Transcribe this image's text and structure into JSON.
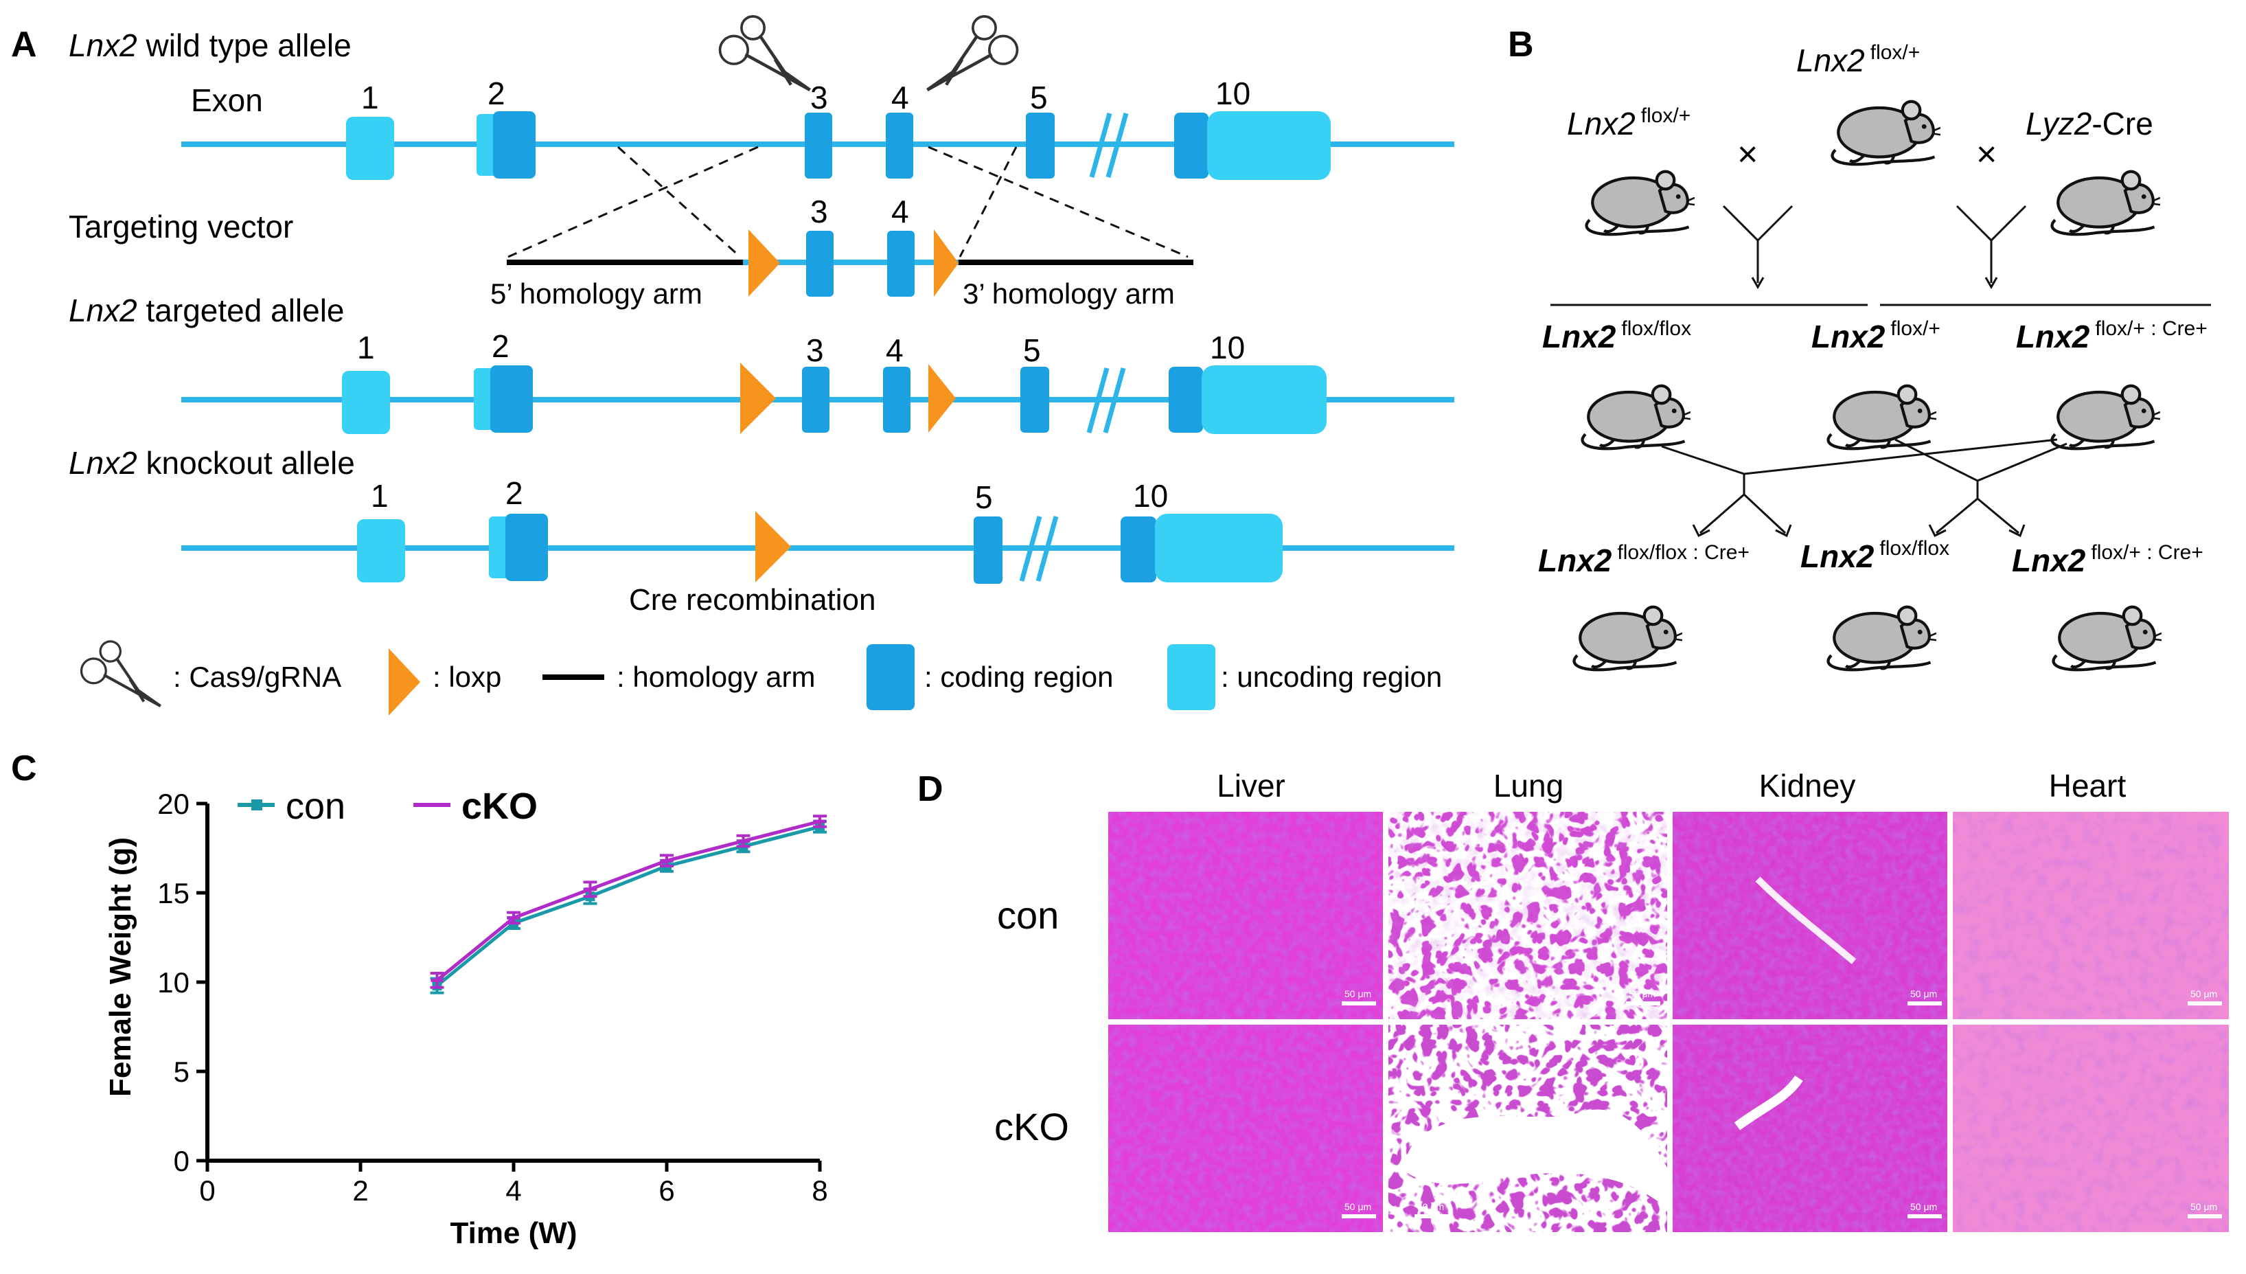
{
  "panels": {
    "a": "A",
    "b": "B",
    "c": "C",
    "d": "D"
  },
  "panel_a": {
    "rows": [
      {
        "gene": "Lnx2",
        "label": " wild type allele"
      },
      {
        "gene": "",
        "label": "Targeting vector"
      },
      {
        "gene": "Lnx2",
        "label": " targeted allele"
      },
      {
        "gene": "Lnx2",
        "label": " knockout allele"
      }
    ],
    "exon_label": "Exon",
    "exon_numbers": [
      "1",
      "2",
      "3",
      "4",
      "5",
      "10"
    ],
    "arm_5": "5’ homology arm",
    "arm_3": "3’ homology arm",
    "cre_recombination": "Cre recombination",
    "legend": {
      "cas9": ": Cas9/gRNA",
      "loxp": ": loxp",
      "arm": ": homology arm",
      "coding": ": coding region",
      "uncoding": ": uncoding region"
    },
    "colors": {
      "line": "#2bb5e8",
      "coding": "#1ba1e2",
      "uncoding": "#38d0f5",
      "loxp": "#f7941d"
    }
  },
  "panel_b": {
    "cross_sign": "×",
    "parents": [
      {
        "gene": "Lnx2",
        "sup": "flox/+"
      },
      {
        "gene": "Lnx2",
        "sup": "flox/+"
      },
      {
        "gene": "Lyz2",
        "sup": "",
        "suffix": "-Cre"
      }
    ],
    "f1": [
      {
        "gene": "Lnx2",
        "sup": "flox/flox"
      },
      {
        "gene": "Lnx2",
        "sup": "flox/+"
      },
      {
        "gene": "Lnx2",
        "sup": "flox/+ : Cre+"
      }
    ],
    "f2": [
      {
        "gene": "Lnx2",
        "sup": "flox/flox : Cre+"
      },
      {
        "gene": "Lnx2",
        "sup": "flox/flox"
      },
      {
        "gene": "Lnx2",
        "sup": "flox/+ : Cre+"
      }
    ]
  },
  "chart_data": {
    "type": "line",
    "title": "",
    "xlabel": "Time (W)",
    "ylabel": "Female Weight (g)",
    "xlim": [
      0,
      8
    ],
    "ylim": [
      0,
      20
    ],
    "xticks": [
      0,
      2,
      4,
      6,
      8
    ],
    "yticks": [
      0,
      5,
      10,
      15,
      20
    ],
    "legend_position": "top-left",
    "grid": false,
    "series": [
      {
        "name": "con",
        "color": "#1a9aa8",
        "x": [
          3,
          4,
          5,
          6,
          7,
          8
        ],
        "y": [
          9.8,
          13.3,
          14.8,
          16.5,
          17.6,
          18.7
        ],
        "err": [
          0.4,
          0.3,
          0.4,
          0.3,
          0.3,
          0.3
        ]
      },
      {
        "name": "cKO",
        "color": "#b02cc8",
        "x": [
          3,
          4,
          5,
          6,
          7,
          8
        ],
        "y": [
          10.1,
          13.6,
          15.2,
          16.8,
          17.9,
          19.0
        ],
        "err": [
          0.4,
          0.3,
          0.4,
          0.3,
          0.3,
          0.3
        ]
      }
    ]
  },
  "panel_d": {
    "columns": [
      "Liver",
      "Lung",
      "Kidney",
      "Heart"
    ],
    "rows": [
      "con",
      "cKO"
    ],
    "scale_bar": "50 μm"
  }
}
